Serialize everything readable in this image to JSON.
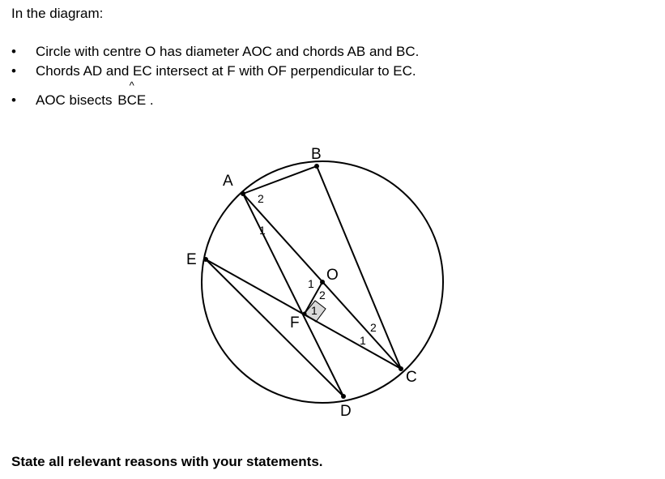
{
  "intro": "In the diagram:",
  "bullets": [
    "Circle with centre O has diameter AOC and chords AB and BC.",
    "Chords AD and EC intersect at F with OF perpendicular to EC.",
    "AOC bisects"
  ],
  "angle_expr": {
    "first": "B",
    "middle": "C",
    "hat": "^",
    "last": "E",
    "suffix": "."
  },
  "bullet_symbol": "•",
  "footer": "State all relevant reasons with your statements.",
  "diagram": {
    "points": {
      "A": "A",
      "B": "B",
      "C": "C",
      "D": "D",
      "E": "E",
      "F": "F",
      "O": "O"
    },
    "angle_labels": {
      "a2": "2",
      "a1": "1",
      "o1": "1",
      "o2": "2",
      "f1": "1",
      "c1": "1",
      "c2": "2"
    },
    "colors": {
      "line": "#000000",
      "right_angle_fill": "#d9d9d9"
    }
  }
}
